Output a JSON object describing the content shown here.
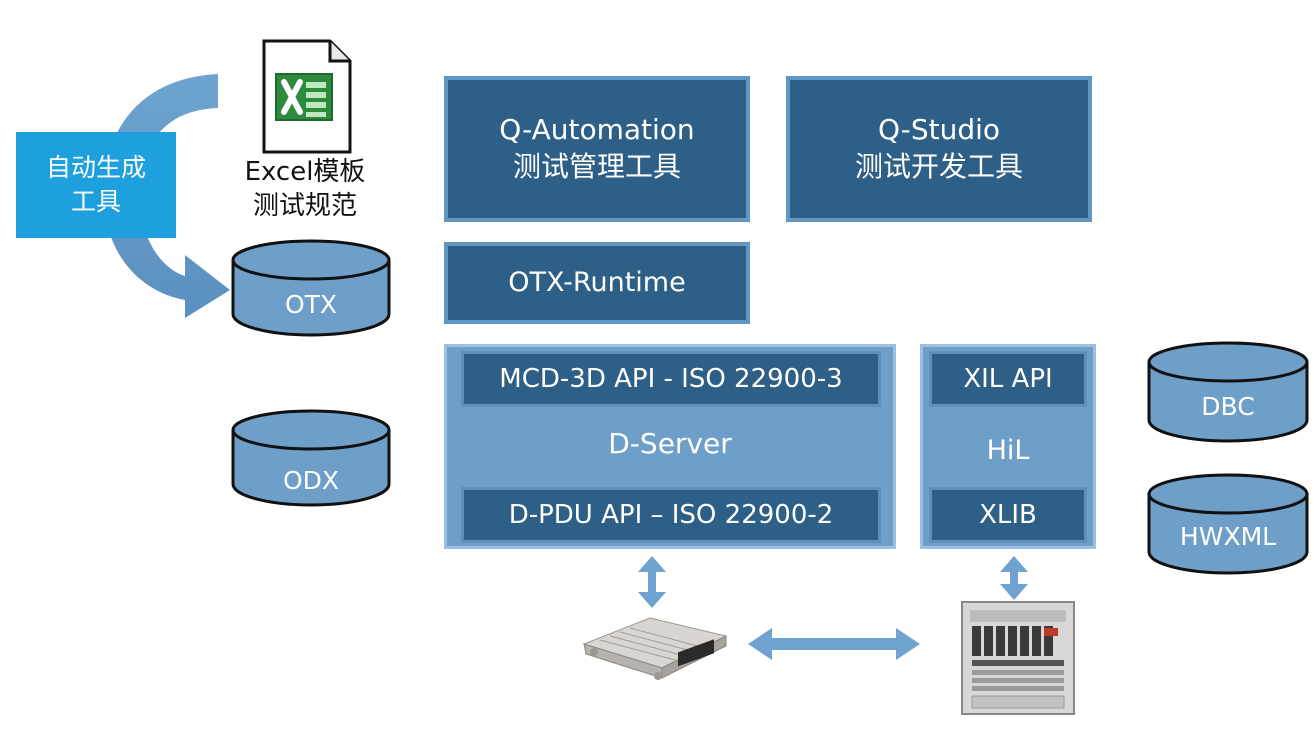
{
  "generator": {
    "line1": "自动生成",
    "line2": "工具"
  },
  "excel": {
    "icon_name": "excel-file-icon",
    "line1": "Excel模板",
    "line2": "测试规范"
  },
  "databases": {
    "otx": "OTX",
    "odx": "ODX",
    "dbc": "DBC",
    "hwxml": "HWXML"
  },
  "q_automation": {
    "title": "Q-Automation",
    "subtitle": "测试管理工具"
  },
  "q_studio": {
    "title": "Q-Studio",
    "subtitle": "测试开发工具"
  },
  "otx_runtime": {
    "label": "OTX-Runtime"
  },
  "d_server": {
    "label": "D-Server",
    "mcd_api": "MCD-3D API - ISO 22900-3",
    "pdu_api": "D-PDU API – ISO 22900-2"
  },
  "hil": {
    "label": "HiL",
    "xil_api": "XIL API",
    "xlib": "XLIB"
  },
  "hardware": {
    "ecu": "ecu-unit-image",
    "rack": "hil-rack-image"
  },
  "colors": {
    "dark_box": "#2e5f86",
    "light_box": "#6d9fc9",
    "arrow": "#6fa3cf",
    "generator": "#1ea0df"
  }
}
